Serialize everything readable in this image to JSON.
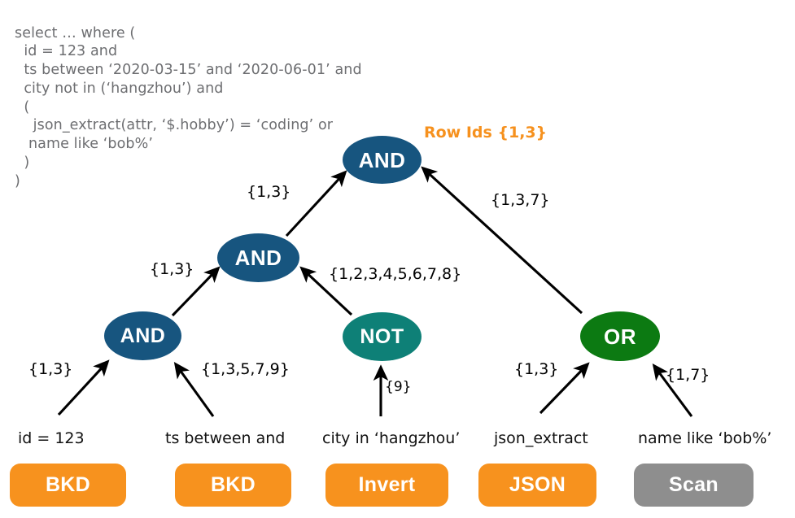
{
  "sql": {
    "name": "sql-query",
    "lines": [
      "select … where (",
      "  id = 123 and",
      "  ts between ‘2020-03-15’ and ‘2020-06-01’ and",
      "  city not in (‘hangzhou’) and",
      "  (",
      "    json_extract(attr, ‘$.hobby’) = ‘coding’ or",
      "   name like ‘bob%’",
      "  )",
      ")"
    ],
    "text": "select … where (\n  id = 123 and\n  ts between ‘2020-03-15’ and ‘2020-06-01’ and\n  city not in (‘hangzhou’) and\n  (\n    json_extract(attr, ‘$.hobby’) = ‘coding’ or\n   name like ‘bob%’\n  )\n)"
  },
  "annotation": {
    "row_ids_label": "Row Ids {1,3}",
    "color": "#f6911e"
  },
  "tree": {
    "nodes": [
      {
        "id": "and-root",
        "label": "AND",
        "color": "#17557f"
      },
      {
        "id": "and-mid",
        "label": "AND",
        "color": "#17557f"
      },
      {
        "id": "and-left",
        "label": "AND",
        "color": "#17557f"
      },
      {
        "id": "not",
        "label": "NOT",
        "color": "#0e8077"
      },
      {
        "id": "or",
        "label": "OR",
        "color": "#0c7a12"
      }
    ],
    "edge_labels": [
      {
        "id": "and-mid-to-root",
        "text": "{1,3}"
      },
      {
        "id": "or-to-root",
        "text": "{1,3,7}"
      },
      {
        "id": "and-left-to-mid",
        "text": "{1,3}"
      },
      {
        "id": "not-to-mid",
        "text": "{1,2,3,4,5,6,7,8}"
      },
      {
        "id": "id-to-andleft",
        "text": "{1,3}"
      },
      {
        "id": "ts-to-andleft",
        "text": "{1,3,5,7,9}"
      },
      {
        "id": "city-to-not",
        "text": "{9}"
      },
      {
        "id": "json-to-or",
        "text": "{1,3}"
      },
      {
        "id": "name-to-or",
        "text": "{1,7}"
      }
    ],
    "leaves": [
      {
        "id": "leaf-id",
        "text": "id = 123"
      },
      {
        "id": "leaf-ts",
        "text": "ts between and"
      },
      {
        "id": "leaf-city",
        "text": "city in ‘hangzhou’"
      },
      {
        "id": "leaf-json",
        "text": "json_extract"
      },
      {
        "id": "leaf-name",
        "text": "name like ‘bob%’"
      }
    ]
  },
  "executors": [
    {
      "id": "exec-bkd-1",
      "label": "BKD",
      "color": "#f7921e"
    },
    {
      "id": "exec-bkd-2",
      "label": "BKD",
      "color": "#f7921e"
    },
    {
      "id": "exec-invert",
      "label": "Invert",
      "color": "#f7921e"
    },
    {
      "id": "exec-json",
      "label": "JSON",
      "color": "#f7921e"
    },
    {
      "id": "exec-scan",
      "label": "Scan",
      "color": "#8e8e8e"
    }
  ]
}
